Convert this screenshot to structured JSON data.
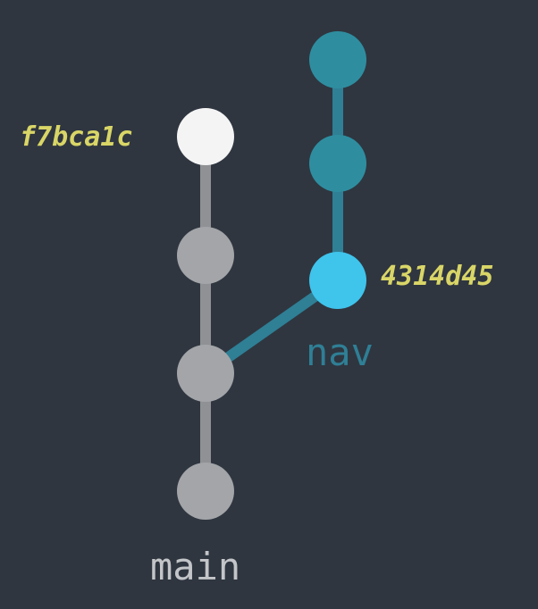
{
  "colors": {
    "background": "#2f3640",
    "main_node": "#a3a5a8",
    "main_line": "#8f9194",
    "nav_node": "#2e8ea0",
    "nav_line": "#2f7f95",
    "nav_head": "#3fc4ec",
    "main_head": "#f4f4f4",
    "commit_label": "#d9d667",
    "nav_label": "#2f7f95",
    "main_label": "#c3c5c8"
  },
  "branches": {
    "main": {
      "label": "main"
    },
    "nav": {
      "label": "nav"
    }
  },
  "commits": {
    "main_head": {
      "hash": "f7bca1c"
    },
    "nav_head": {
      "hash": "4314d45"
    }
  }
}
